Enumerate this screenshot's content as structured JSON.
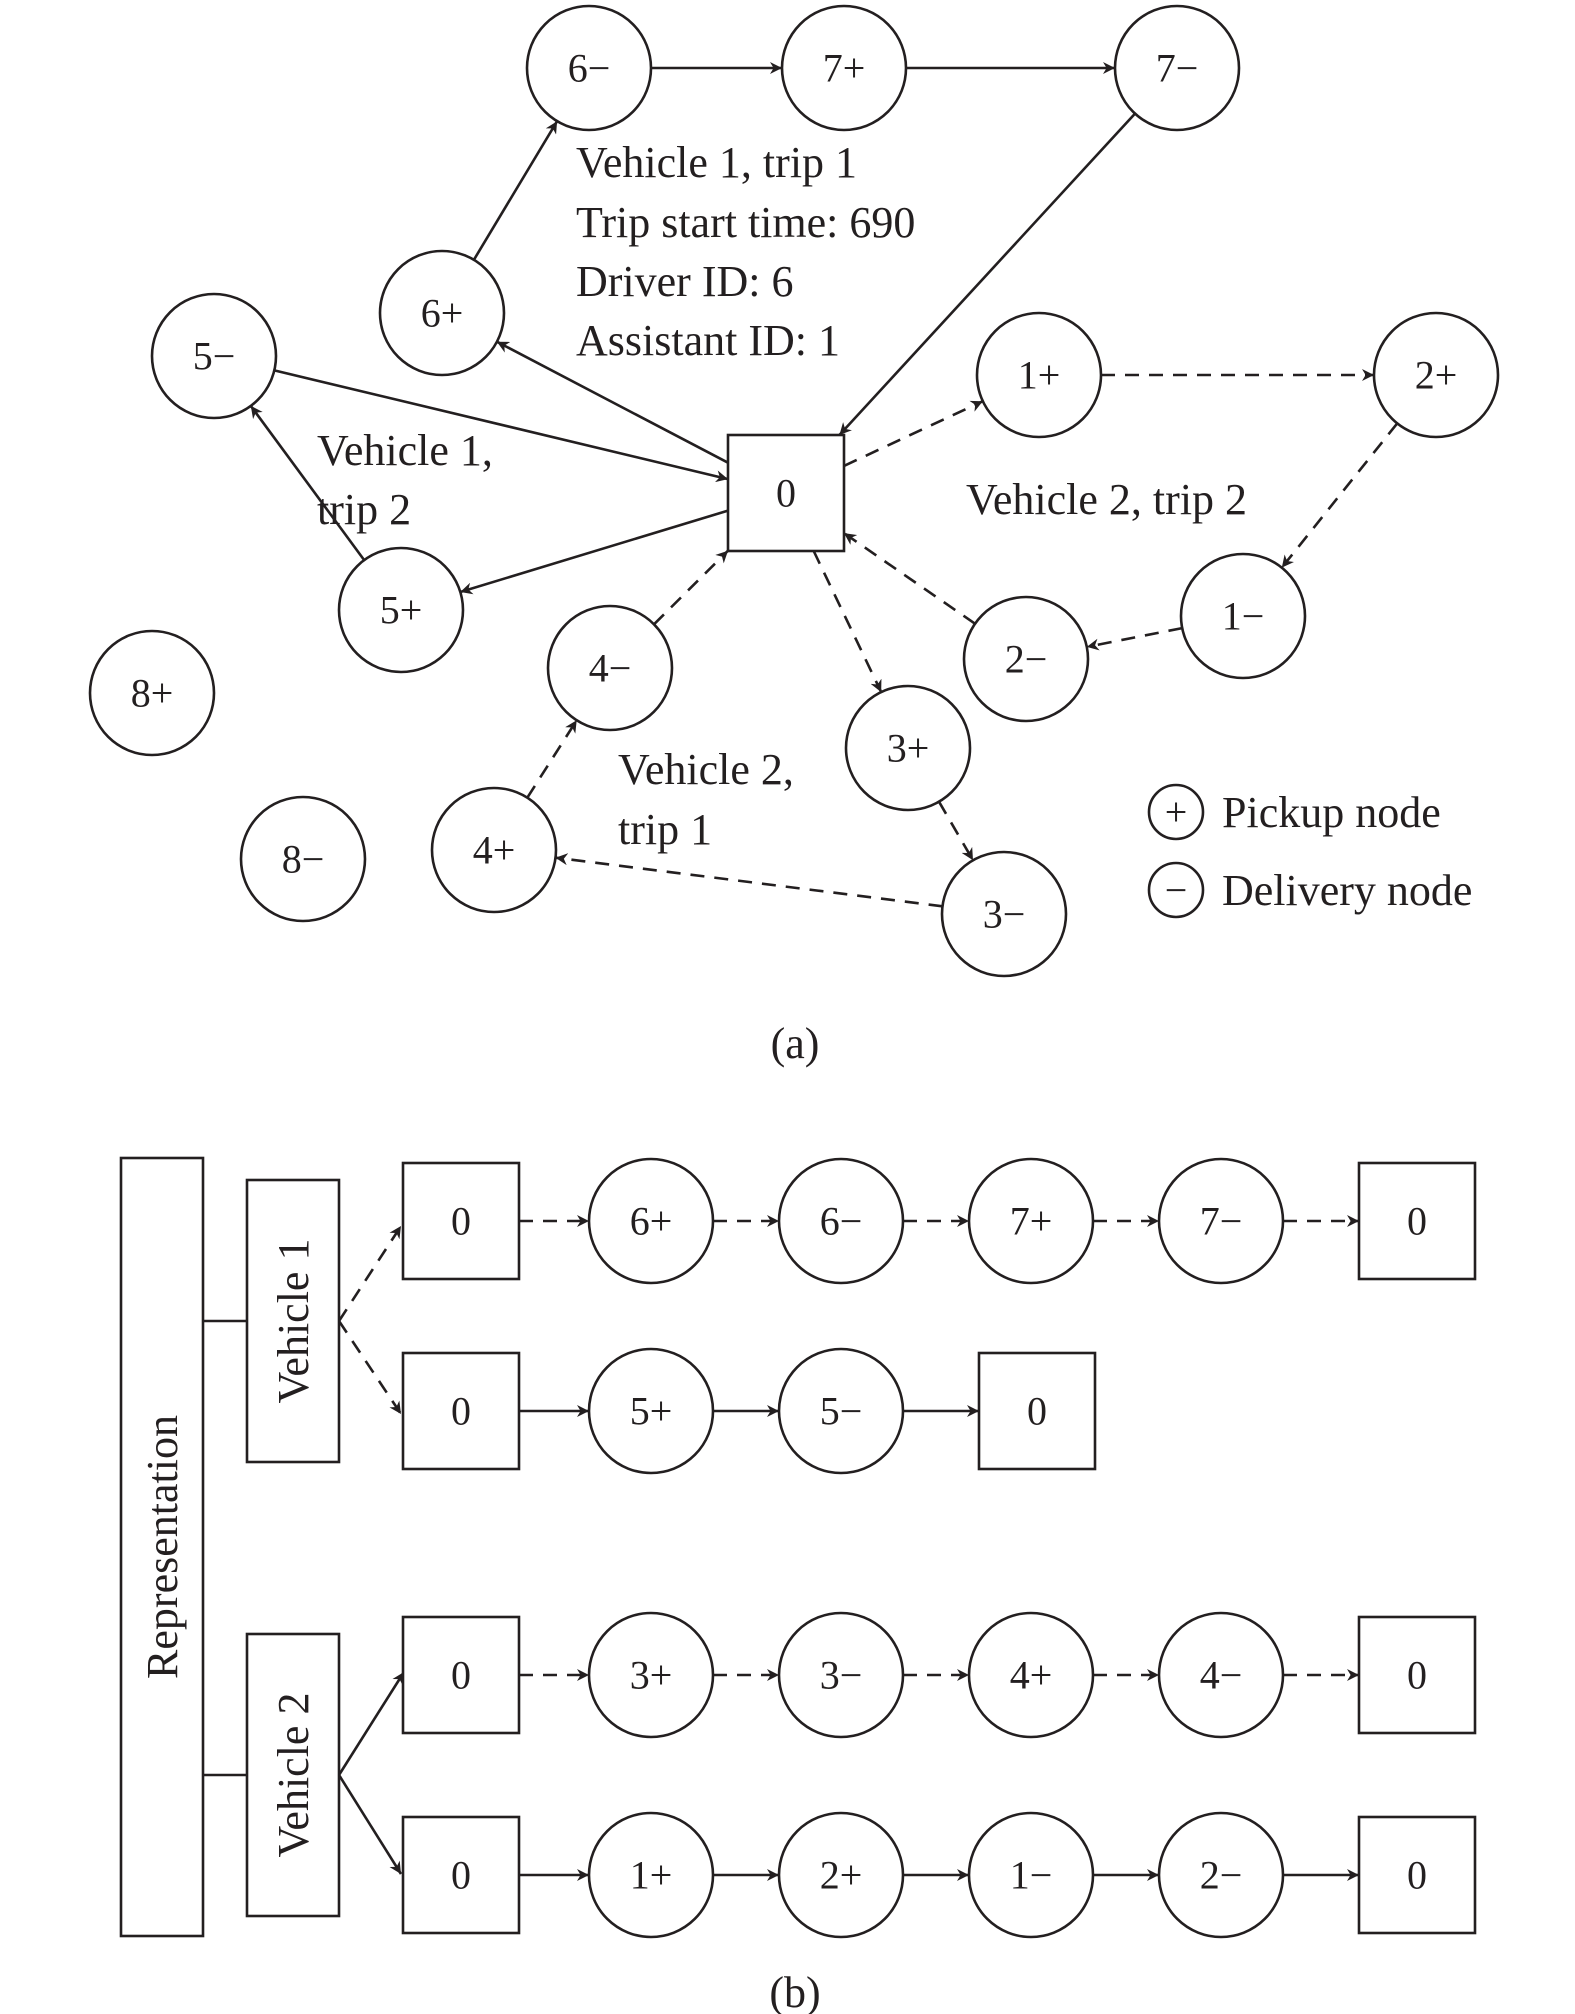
{
  "panel_a": {
    "caption": "(a)",
    "depot_label": "0",
    "nodes": [
      {
        "id": "6-",
        "label": "6−"
      },
      {
        "id": "7+",
        "label": "7+"
      },
      {
        "id": "7-",
        "label": "7−"
      },
      {
        "id": "6+",
        "label": "6+"
      },
      {
        "id": "5-",
        "label": "5−"
      },
      {
        "id": "5+",
        "label": "5+"
      },
      {
        "id": "1+",
        "label": "1+"
      },
      {
        "id": "2+",
        "label": "2+"
      },
      {
        "id": "1-",
        "label": "1−"
      },
      {
        "id": "2-",
        "label": "2−"
      },
      {
        "id": "4-",
        "label": "4−"
      },
      {
        "id": "4+",
        "label": "4+"
      },
      {
        "id": "3+",
        "label": "3+"
      },
      {
        "id": "3-",
        "label": "3−"
      },
      {
        "id": "8+",
        "label": "8+"
      },
      {
        "id": "8-",
        "label": "8−"
      }
    ],
    "edges": [
      {
        "from": "0",
        "to": "6+",
        "style": "solid"
      },
      {
        "from": "6+",
        "to": "6-",
        "style": "solid"
      },
      {
        "from": "6-",
        "to": "7+",
        "style": "solid"
      },
      {
        "from": "7+",
        "to": "7-",
        "style": "solid"
      },
      {
        "from": "7-",
        "to": "0",
        "style": "solid"
      },
      {
        "from": "0",
        "to": "5+",
        "style": "solid"
      },
      {
        "from": "5+",
        "to": "5-",
        "style": "solid"
      },
      {
        "from": "5-",
        "to": "0",
        "style": "solid"
      },
      {
        "from": "0",
        "to": "1+",
        "style": "dashed"
      },
      {
        "from": "1+",
        "to": "2+",
        "style": "dashed"
      },
      {
        "from": "2+",
        "to": "1-",
        "style": "dashed"
      },
      {
        "from": "1-",
        "to": "2-",
        "style": "dashed"
      },
      {
        "from": "2-",
        "to": "0",
        "style": "dashed"
      },
      {
        "from": "0",
        "to": "3+",
        "style": "dashed"
      },
      {
        "from": "3+",
        "to": "3-",
        "style": "dashed"
      },
      {
        "from": "3-",
        "to": "4+",
        "style": "dashed"
      },
      {
        "from": "4+",
        "to": "4-",
        "style": "dashed"
      },
      {
        "from": "4-",
        "to": "0",
        "style": "dashed"
      }
    ],
    "annotations": {
      "v1t1": [
        "Vehicle 1, trip 1",
        "Trip start time: 690",
        "Driver ID: 6",
        "Assistant ID: 1"
      ],
      "v1t2": [
        "Vehicle 1,",
        "trip 2"
      ],
      "v2t2": [
        "Vehicle 2, trip 2"
      ],
      "v2t1": [
        "Vehicle 2,",
        "trip 1"
      ]
    },
    "legend": {
      "pickup_symbol": "+",
      "pickup_label": "Pickup node",
      "delivery_symbol": "−",
      "delivery_label": "Delivery node"
    }
  },
  "panel_b": {
    "caption": "(b)",
    "root_label": "Representation",
    "vehicles": [
      {
        "label": "Vehicle 1",
        "trips": [
          {
            "style": "dashed",
            "nodes": [
              "0",
              "6+",
              "6−",
              "7+",
              "7−",
              "0"
            ]
          },
          {
            "style": "solid",
            "nodes": [
              "0",
              "5+",
              "5−",
              "0"
            ]
          }
        ]
      },
      {
        "label": "Vehicle 2",
        "trips": [
          {
            "style": "dashed",
            "nodes": [
              "0",
              "3+",
              "3−",
              "4+",
              "4−",
              "0"
            ]
          },
          {
            "style": "solid",
            "nodes": [
              "0",
              "1+",
              "2+",
              "1−",
              "2−",
              "0"
            ]
          }
        ]
      }
    ]
  },
  "colors": {
    "ink": "#231f20",
    "background": "#ffffff"
  }
}
